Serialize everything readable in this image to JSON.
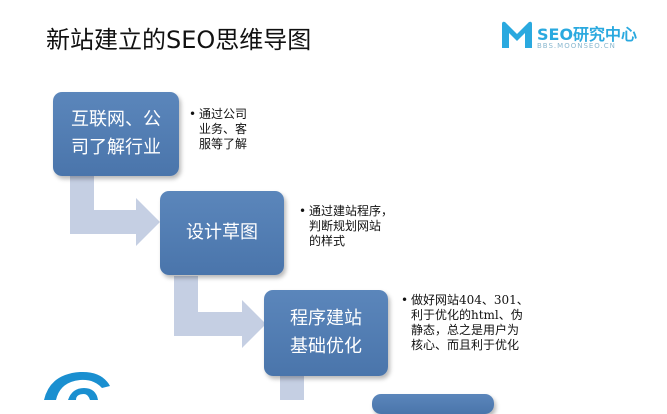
{
  "title": "新站建立的SEO思维导图",
  "logo": {
    "icon": "m-logo-icon",
    "brand": "SEO研究中心",
    "sub": "BBS.MOONSEO.CN"
  },
  "colors": {
    "box": "#4f7bb0",
    "arrow": "#c5cfe3",
    "brand": "#2aa9df"
  },
  "steps": [
    {
      "lines": [
        "互联网、公",
        "司了解行业"
      ],
      "note": [
        "通过公司",
        "业务、客",
        "服等了解"
      ]
    },
    {
      "lines": [
        "设计草图"
      ],
      "note": [
        "通过建站程序，",
        "判断规划网站",
        "的样式"
      ]
    },
    {
      "lines": [
        "程序建站",
        "基础优化"
      ],
      "note": [
        "做好网站404、301、",
        "利于优化的html、伪",
        "静态，总之是用户为",
        "核心、而且利于优化"
      ]
    }
  ]
}
